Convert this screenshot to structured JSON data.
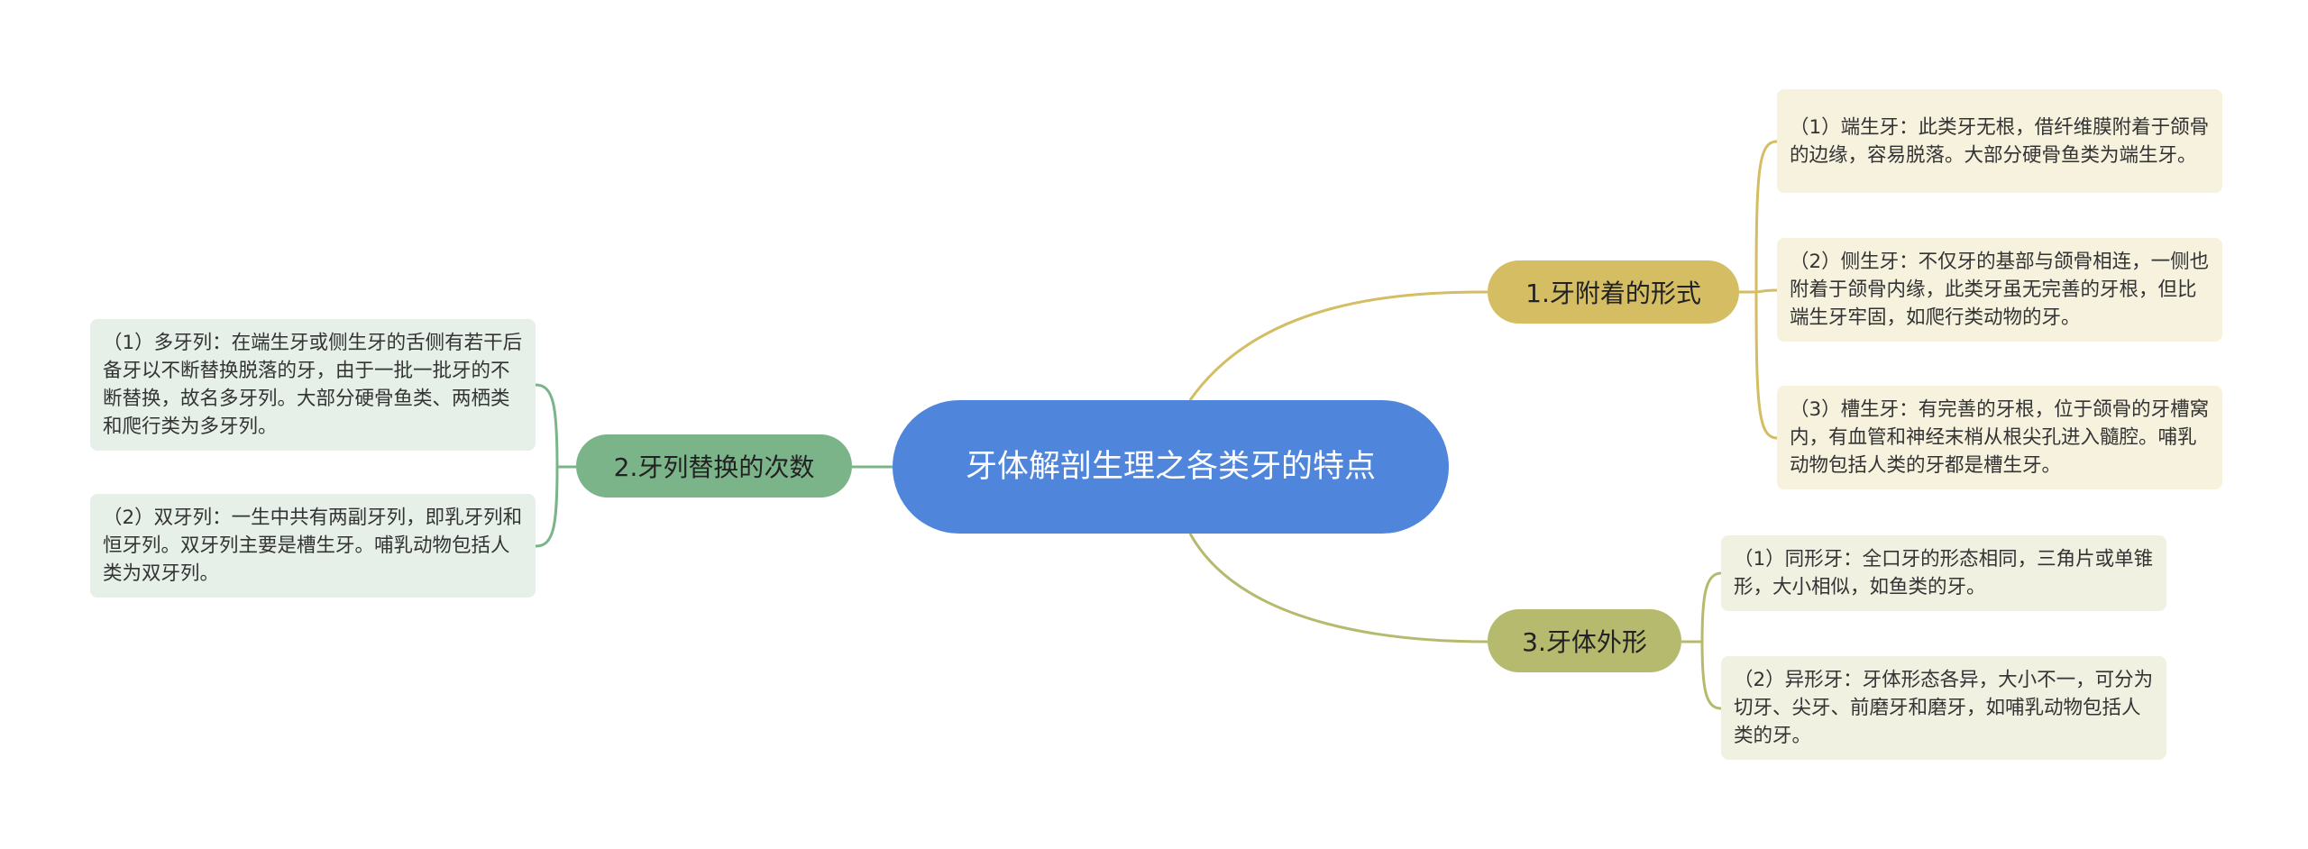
{
  "root": {
    "title": "牙体解剖生理之各类牙的特点"
  },
  "branches": [
    {
      "label": "1.牙附着的形式",
      "color": "#d4bd62",
      "leaves": [
        "（1）端生牙：此类牙无根，借纤维膜附着于颌骨的边缘，容易脱落。大部分硬骨鱼类为端生牙。",
        "（2）侧生牙：不仅牙的基部与颌骨相连，一侧也附着于颌骨内缘，此类牙虽无完善的牙根，但比端生牙牢固，如爬行类动物的牙。",
        "（3）槽生牙：有完善的牙根，位于颌骨的牙槽窝内，有血管和神经末梢从根尖孔进入髓腔。哺乳动物包括人类的牙都是槽生牙。"
      ]
    },
    {
      "label": "2.牙列替换的次数",
      "color": "#7cb48a",
      "leaves": [
        "（1）多牙列：在端生牙或侧生牙的舌侧有若干后备牙以不断替换脱落的牙，由于一批一批牙的不断替换，故名多牙列。大部分硬骨鱼类、两栖类和爬行类为多牙列。",
        "（2）双牙列：一生中共有两副牙列，即乳牙列和恒牙列。双牙列主要是槽生牙。哺乳动物包括人类为双牙列。"
      ]
    },
    {
      "label": "3.牙体外形",
      "color": "#b6ba6e",
      "leaves": [
        "（1）同形牙：全口牙的形态相同，三角片或单锥形，大小相似，如鱼类的牙。",
        "（2）异形牙：牙体形态各异，大小不一，可分为切牙、尖牙、前磨牙和磨牙，如哺乳动物包括人类的牙。"
      ]
    }
  ]
}
